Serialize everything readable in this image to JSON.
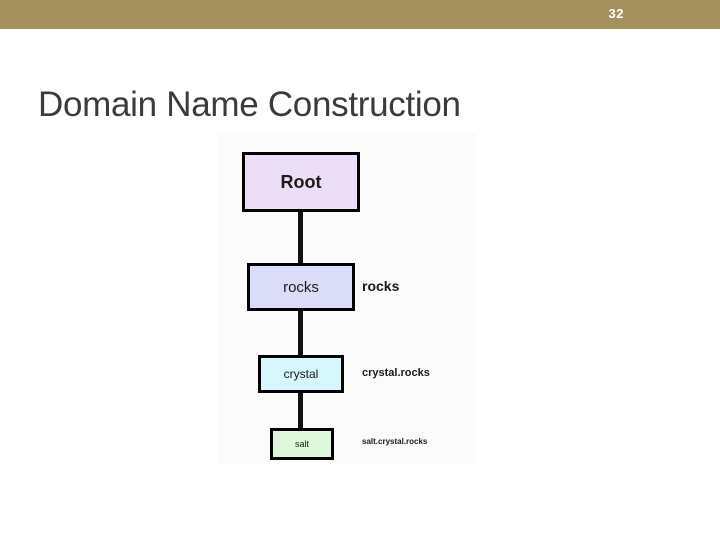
{
  "header": {
    "page_number": "32",
    "bar_color": "#a3905c"
  },
  "slide": {
    "title": "Domain Name Construction"
  },
  "diagram": {
    "type": "tree",
    "orientation": "vertical",
    "nodes": [
      {
        "label": "Root",
        "fill": "#eddef8",
        "fqdn": ""
      },
      {
        "label": "rocks",
        "fill": "#dadcf8",
        "fqdn": "rocks"
      },
      {
        "label": "crystal",
        "fill": "#d6f7fb",
        "fqdn": "crystal.rocks"
      },
      {
        "label": "salt",
        "fill": "#ddf8da",
        "fqdn": "salt.crystal.rocks"
      }
    ],
    "edges": [
      {
        "from": "Root",
        "to": "rocks"
      },
      {
        "from": "rocks",
        "to": "crystal"
      },
      {
        "from": "crystal",
        "to": "salt"
      }
    ]
  }
}
